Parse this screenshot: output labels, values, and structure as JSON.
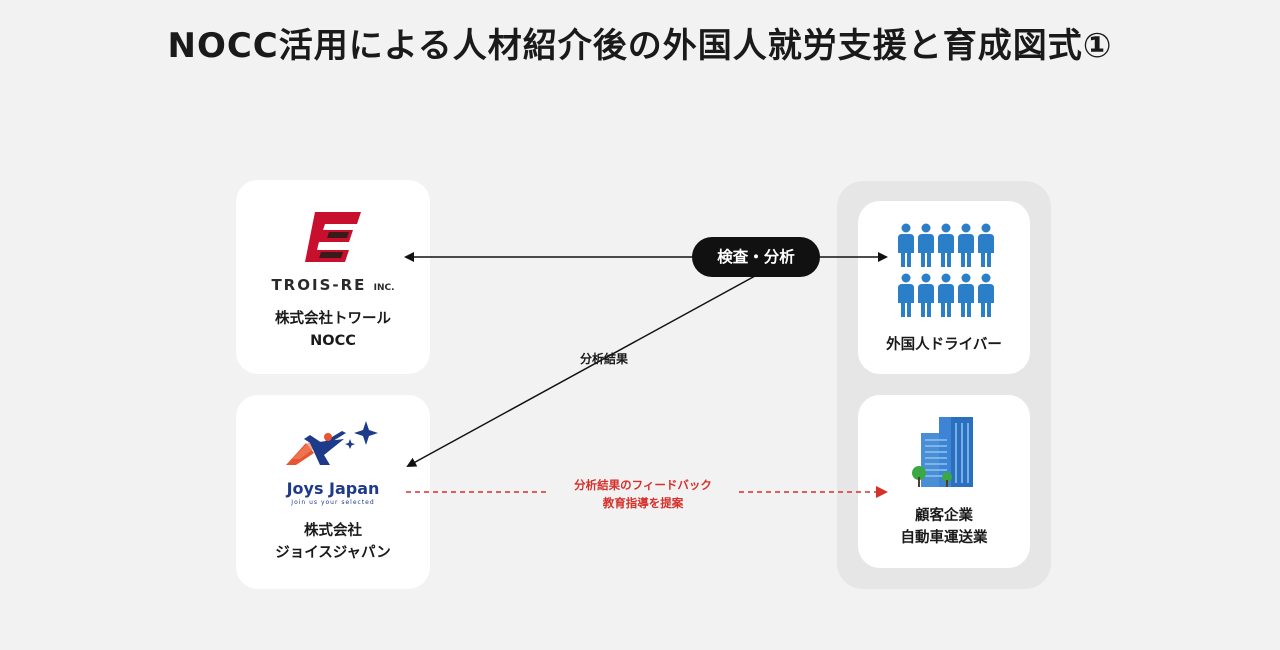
{
  "title": "NOCC活用による人材紹介後の外国人就労支援と育成図式①",
  "nodes": {
    "trois_re": {
      "logo_text": "TROIS-RE",
      "logo_suffix": "INC.",
      "name_line1": "株式会社トワール",
      "name_line2": "NOCC"
    },
    "joys_japan": {
      "logo_text": "Joys Japan",
      "logo_tagline": "Join us your selected",
      "name_line1": "株式会社",
      "name_line2": "ジョイスジャパン"
    },
    "drivers": {
      "label": "外国人ドライバー"
    },
    "client": {
      "label_line1": "顧客企業",
      "label_line2": "自動車運送業"
    }
  },
  "edges": {
    "inspection": "検査・分析",
    "analysis_result": "分析結果",
    "feedback_line1": "分析結果のフィードバック",
    "feedback_line2": "教育指導を提案"
  },
  "colors": {
    "background": "#f2f2f2",
    "card": "#ffffff",
    "trois_red": "#c8102e",
    "joys_navy": "#1e3a8a",
    "joys_orange": "#e8542f",
    "people_blue": "#2b7fc9",
    "arrow_red": "#d6302b"
  }
}
